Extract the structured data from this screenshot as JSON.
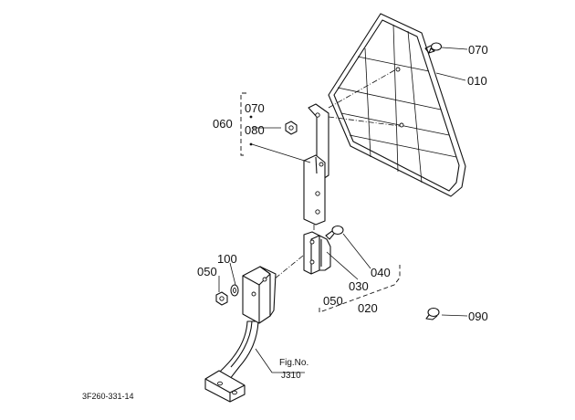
{
  "callouts": {
    "p010": "010",
    "p020": "020",
    "p030": "030",
    "p040": "040",
    "p050_left": "050",
    "p050_group": "050",
    "p060": "060",
    "p070_top": "070",
    "p070_group": "070",
    "p080": "080",
    "p090": "090",
    "p100": "100"
  },
  "fig_ref": {
    "prefix": "Fig.No.",
    "number": "J310"
  },
  "drawing_id": "3F260-331-14",
  "colors": {
    "line": "#111111",
    "background": "#ffffff"
  }
}
